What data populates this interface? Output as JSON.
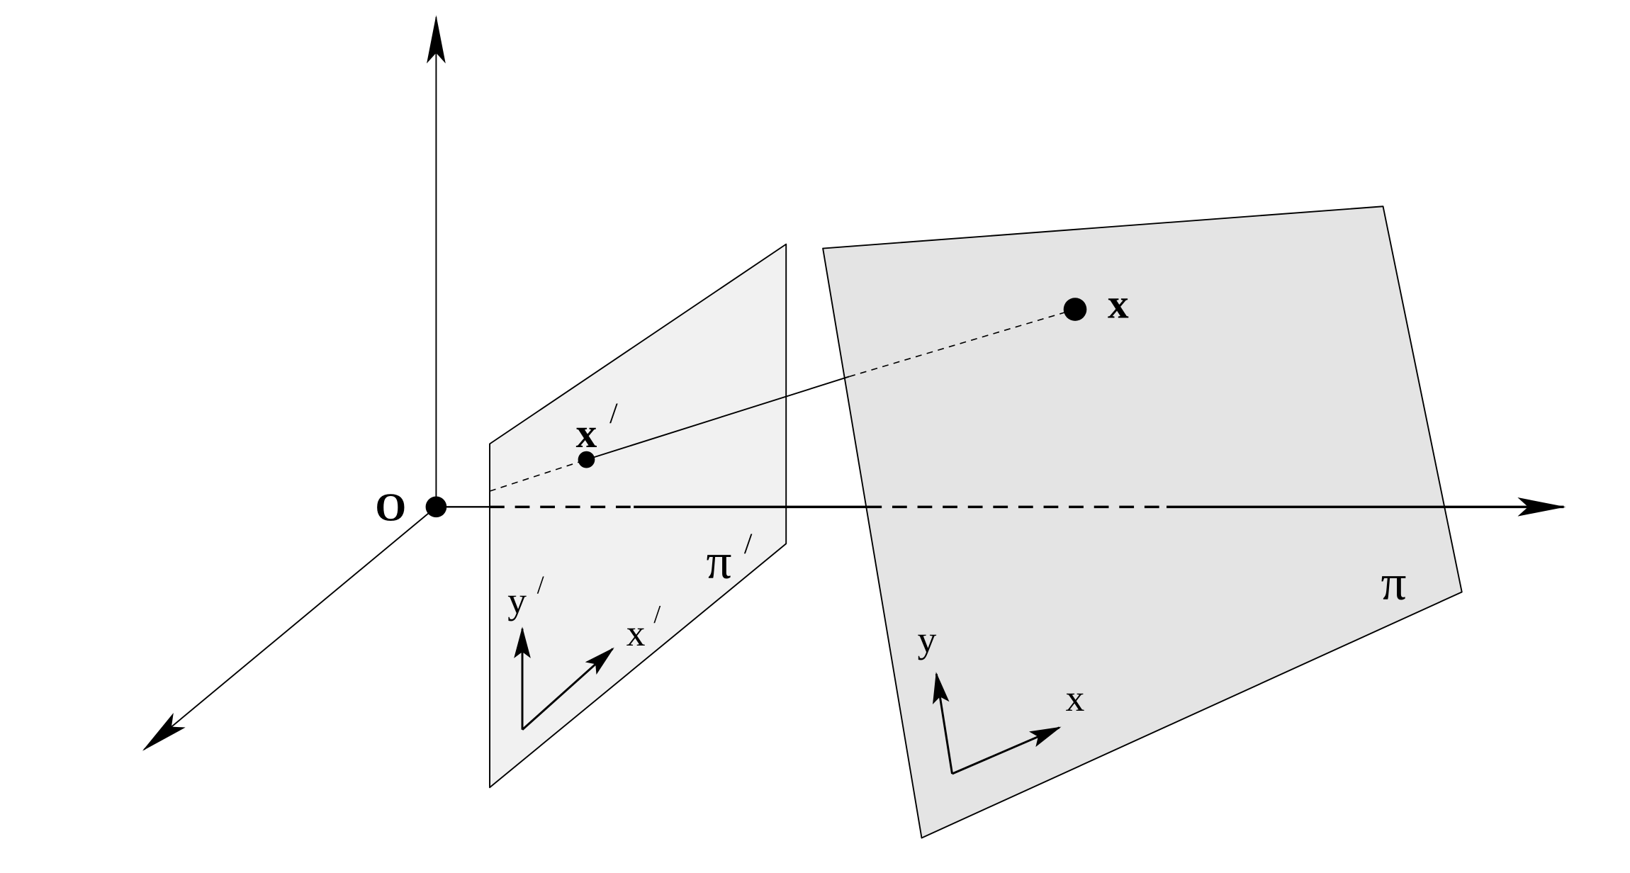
{
  "labels": {
    "origin": "O",
    "point_x": "x",
    "point_x_prime_base": "x",
    "prime_mark": "/",
    "plane_pi": "π",
    "plane_pi_prime_base": "π",
    "axis_x": "x",
    "axis_y": "y",
    "axis_x_prime_base": "x",
    "axis_y_prime_base": "y"
  },
  "colors": {
    "background": "#ffffff",
    "stroke": "#000000",
    "plane_pi_prime_fill": "#f1f1f1",
    "plane_pi_fill": "#e4e4e4"
  }
}
